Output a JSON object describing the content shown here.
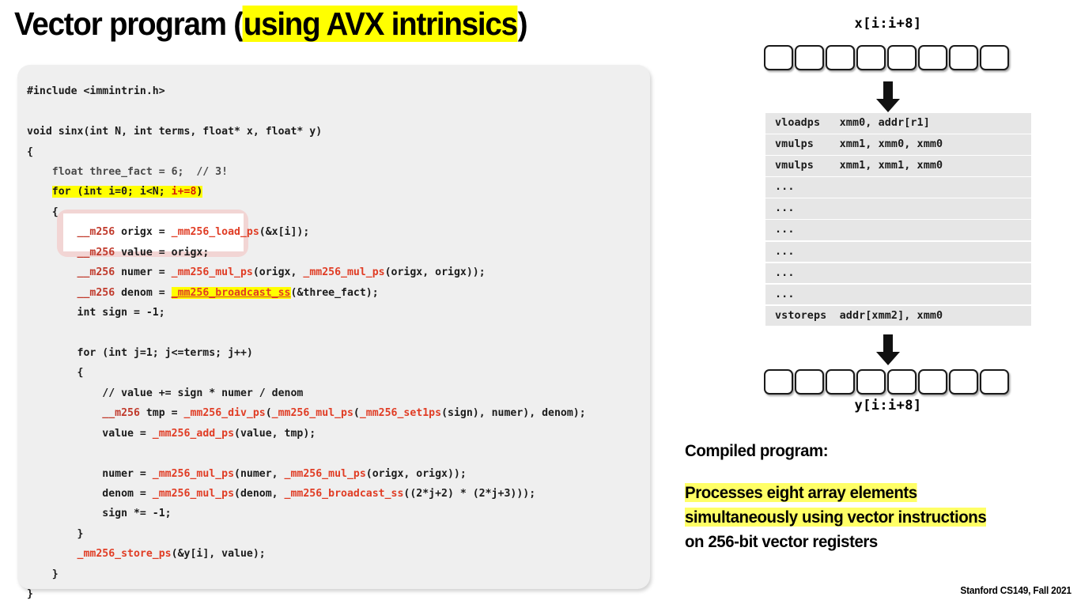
{
  "title": {
    "plain": "Vector program (",
    "highlight": "using AVX intrinsics",
    "tail": ")"
  },
  "code": {
    "lines": [
      "#include <immintrin.h>",
      "",
      "void sinx(int N, int terms, float* x, float* y)",
      "{",
      "    float three_fact = 6;  // 3!",
      "    for (int i=0; i<N; i+=8)",
      "    {",
      "        __m256 origx = _mm256_load_ps(&x[i]);",
      "        __m256 value = origx;",
      "        __m256 numer = _mm256_mul_ps(origx, _mm256_mul_ps(origx, origx));",
      "        __m256 denom = _mm256_broadcast_ss(&three_fact);",
      "        int sign = -1;",
      "",
      "        for (int j=1; j<=terms; j++)",
      "        {",
      "            // value += sign * numer / denom",
      "            __m256 tmp = _mm256_div_ps(_mm256_mul_ps(_mm256_set1ps(sign), numer), denom);",
      "            value = _mm256_add_ps(value, tmp);",
      "",
      "            numer = _mm256_mul_ps(numer, _mm256_mul_ps(origx, origx));",
      "            denom = _mm256_mul_ps(denom, _mm256_broadcast_ss((2*j+2) * (2*j+3)));",
      "            sign *= -1;",
      "        }",
      "        _mm256_store_ps(&y[i], value);",
      "    }",
      "}"
    ]
  },
  "diagram": {
    "input_label": "x[i:i+8]",
    "output_label": "y[i:i+8]",
    "cell_count": 8,
    "instructions": [
      "vloadps   xmm0, addr[r1]",
      "vmulps    xmm1, xmm0, xmm0",
      "vmulps    xmm1, xmm1, xmm0",
      "...",
      "...",
      "...",
      "...",
      "...",
      "...",
      "vstoreps  addr[xmm2], xmm0"
    ]
  },
  "notes": {
    "heading": "Compiled program:",
    "body_line1": "Processes eight array elements",
    "body_line2": "simultaneously using vector instructions",
    "body_line3": "on 256-bit vector registers"
  },
  "footer": "Stanford CS149, Fall 2021",
  "colors": {
    "highlight_yellow": "#ffff00",
    "note_highlight": "#ffff66",
    "code_bg": "#efefef",
    "instr_bg": "#e6e6e6",
    "type_red": "#c0392b",
    "fn_red": "#e03c24",
    "pink_blob": "#f2d5d4"
  }
}
